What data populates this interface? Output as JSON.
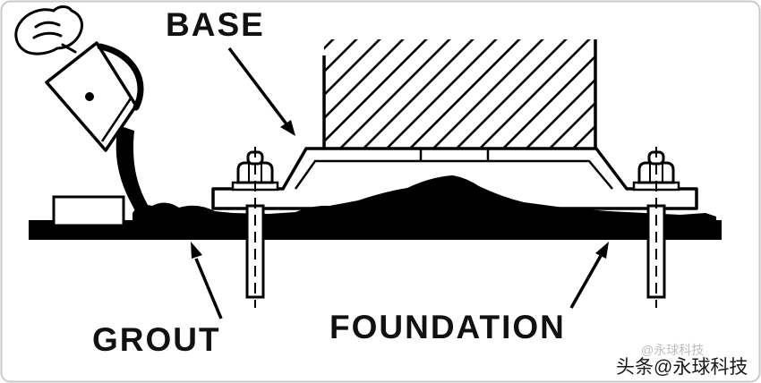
{
  "figure": {
    "title_hint": "machine-base-grouting-diagram",
    "labels": {
      "base": "BASE",
      "grout": "GROUT",
      "foundation": "FOUNDATION"
    },
    "watermark": {
      "primary": "头条@永球科技",
      "ghost": "@永球科技"
    },
    "colors": {
      "ink": "#000000",
      "background": "#ffffff",
      "border": "#c9c9c9",
      "watermark_ghost": "#bdbdbd"
    }
  }
}
